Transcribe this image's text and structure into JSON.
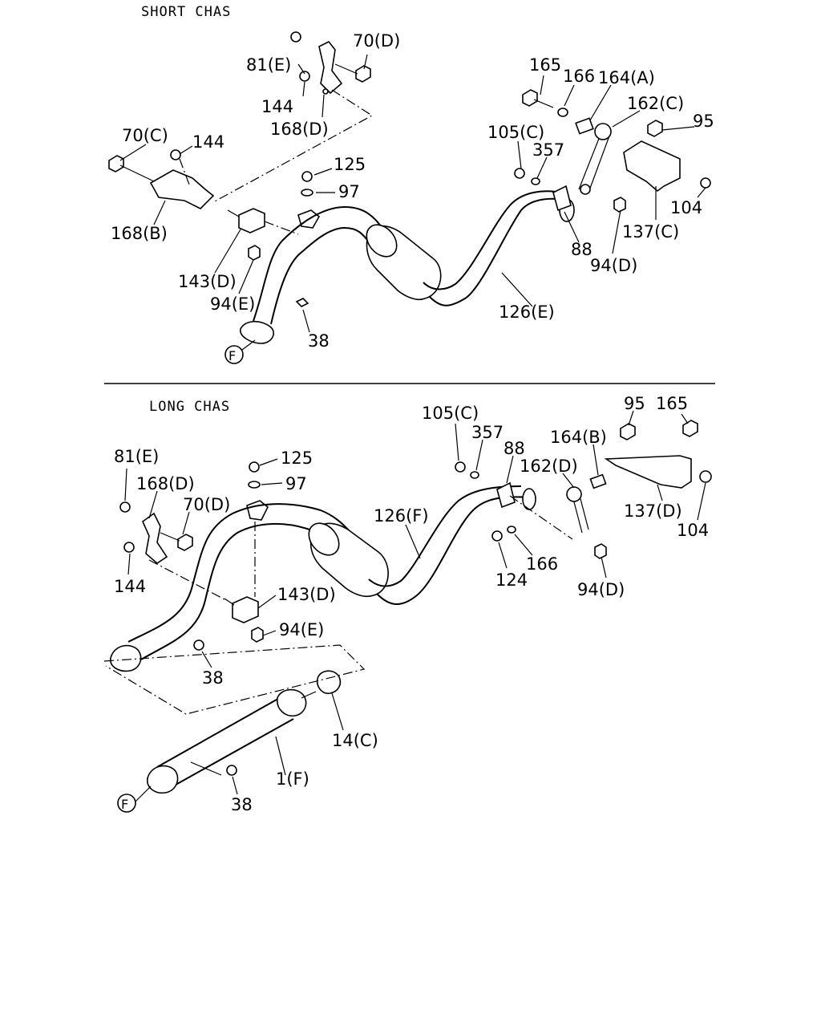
{
  "sections": {
    "short": "SHORT CHAS",
    "long": "LONG CHAS"
  },
  "labels": {
    "s_81E": "81(E)",
    "s_70D": "70(D)",
    "s_144a": "144",
    "s_168D": "168(D)",
    "s_70C": "70(C)",
    "s_144b": "144",
    "s_168B": "168(B)",
    "s_125": "125",
    "s_97": "97",
    "s_143D": "143(D)",
    "s_94E": "94(E)",
    "s_38": "38",
    "s_F": "F",
    "s_126E": "126(E)",
    "s_165": "165",
    "s_166": "166",
    "s_164A": "164(A)",
    "s_162C": "162(C)",
    "s_95": "95",
    "s_105C": "105(C)",
    "s_357": "357",
    "s_104": "104",
    "s_137C": "137(C)",
    "s_88": "88",
    "s_94D": "94(D)",
    "l_81E": "81(E)",
    "l_168D": "168(D)",
    "l_70D": "70(D)",
    "l_144": "144",
    "l_125": "125",
    "l_97": "97",
    "l_143D": "143(D)",
    "l_94E": "94(E)",
    "l_38a": "38",
    "l_126F": "126(F)",
    "l_105C": "105(C)",
    "l_357": "357",
    "l_88": "88",
    "l_164B": "164(B)",
    "l_162D": "162(D)",
    "l_95": "95",
    "l_165": "165",
    "l_137D": "137(D)",
    "l_104": "104",
    "l_124": "124",
    "l_166": "166",
    "l_94D": "94(D)",
    "l_14C": "14(C)",
    "l_1F": "1(F)",
    "l_38b": "38",
    "l_F": "F"
  }
}
